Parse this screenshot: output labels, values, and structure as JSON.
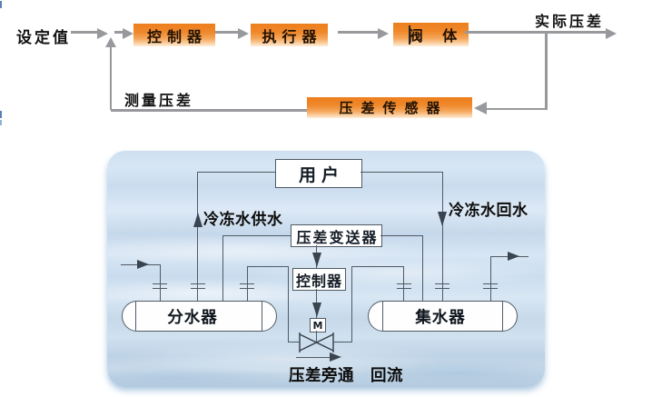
{
  "control_loop": {
    "setpoint_label": "设定值",
    "controller_label": "控制器",
    "actuator_label": "执行器",
    "valve_label": "阀 体",
    "sensor_label": "压差传感器",
    "actual_label": "实际压差",
    "measured_label": "测量压差"
  },
  "schematic": {
    "user_label": "用户",
    "supply_label": "冷冻水供水",
    "return_label": "冷冻水回水",
    "transmitter_label": "压差变送器",
    "controller_label": "控制器",
    "motor_label": "M",
    "distributor_label": "分水器",
    "collector_label": "集水器",
    "bypass_label": "压差旁通　回流"
  },
  "colors": {
    "block_orange_top": "#ed7e1d",
    "block_orange_bottom": "#feeedd",
    "loop_line_gray": "#97999c",
    "schematic_line": "#4f5a64",
    "panel_blue": "#cee0f0",
    "text_black": "#111111"
  }
}
